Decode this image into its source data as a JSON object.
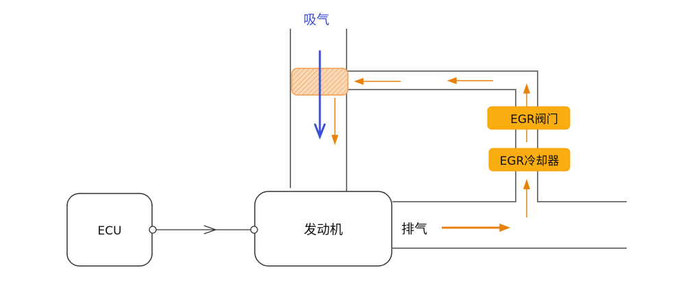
{
  "labels": {
    "intake": "吸气",
    "ecu": "ECU",
    "engine": "发动机",
    "exhaust": "排气",
    "egr_valve": "EGR阀门",
    "egr_cooler": "EGR冷却器"
  },
  "colors": {
    "intake_arrow": "#3b4fd4",
    "egr_flow": "#e8820c",
    "egr_component": "#f9ad10",
    "pipe": "#666666"
  }
}
